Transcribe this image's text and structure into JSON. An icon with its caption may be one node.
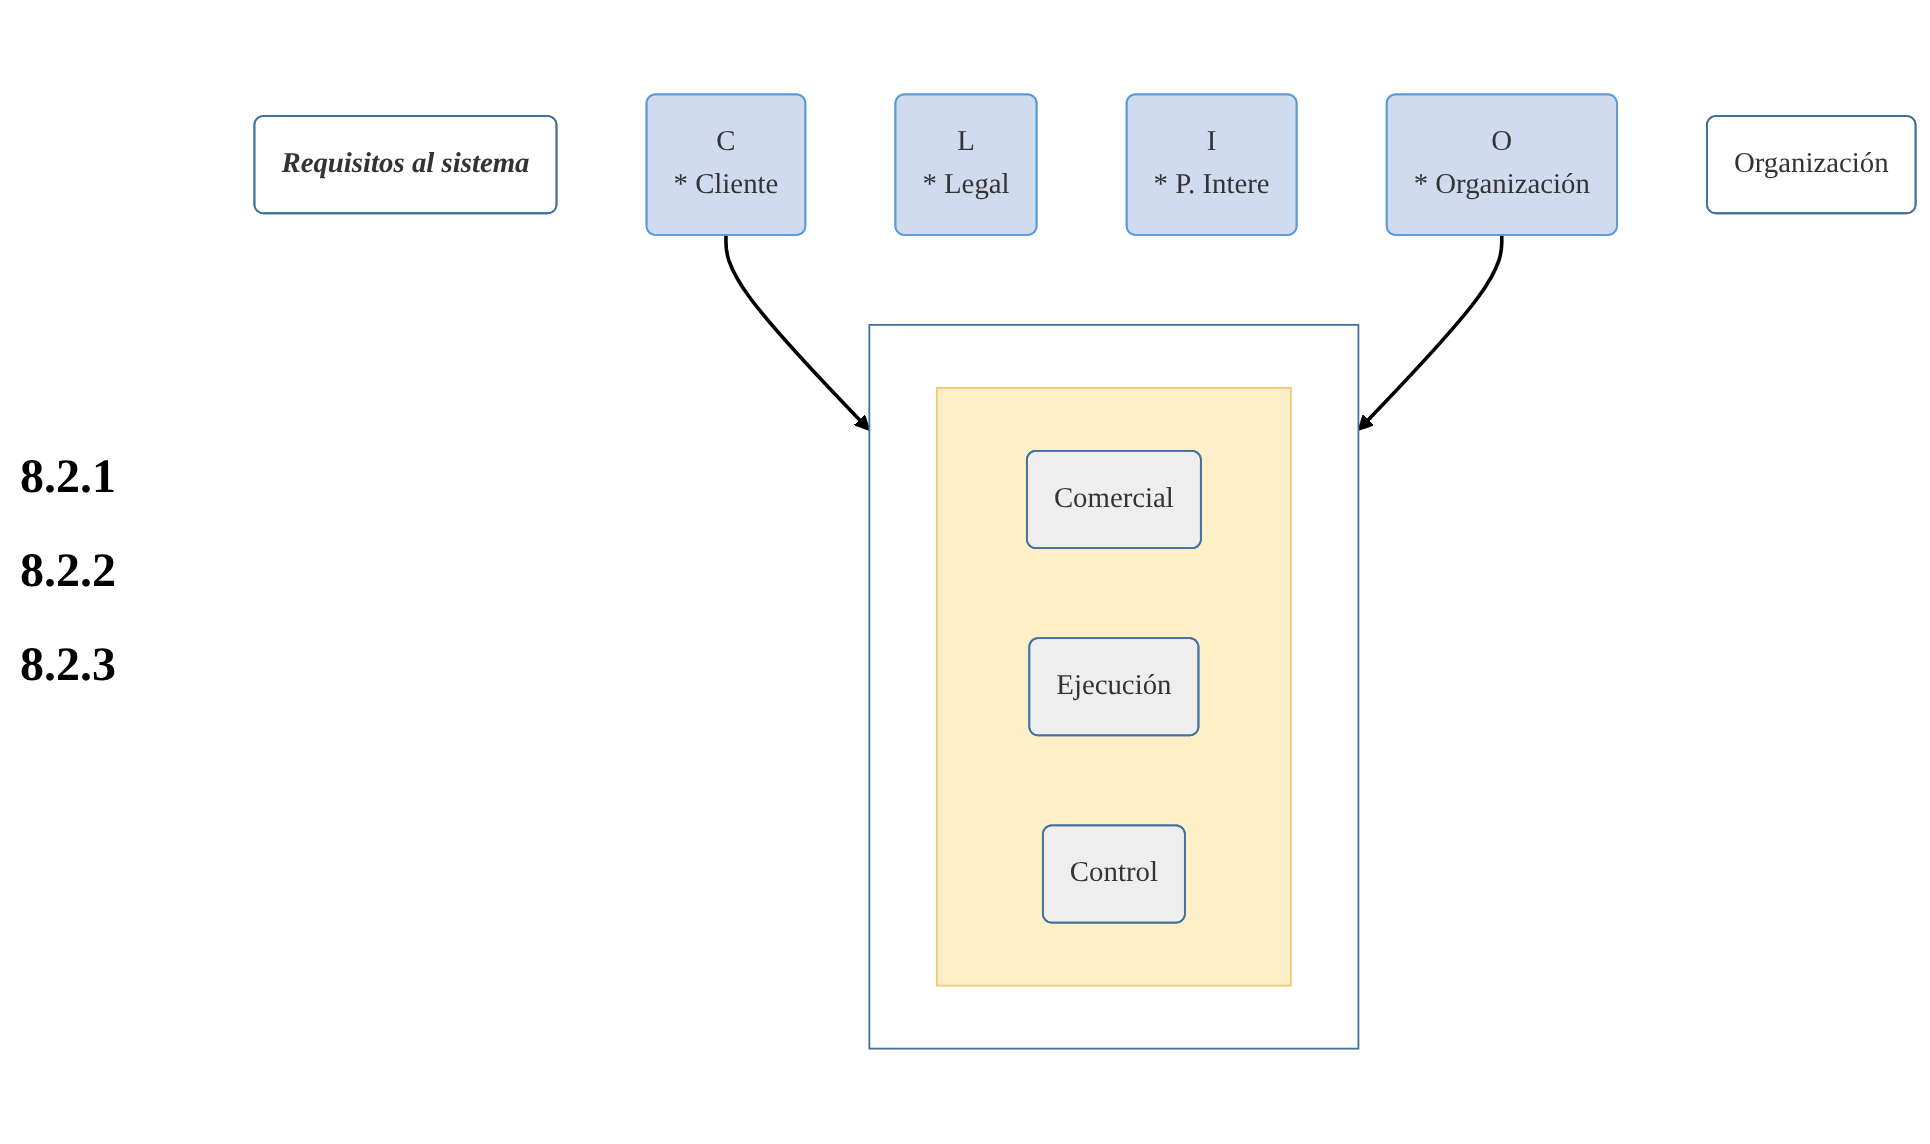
{
  "diagram": {
    "nodes": [
      {
        "text": [
          "Requisitos al sistema"
        ]
      },
      {
        "text": [
          "C",
          "* Cliente"
        ]
      },
      {
        "text": [
          "L",
          "* Legal"
        ]
      },
      {
        "text": [
          "I",
          "* P. Intere"
        ]
      },
      {
        "text": [
          "O",
          "* Organización"
        ]
      },
      {
        "text": [],
        "shape": "box"
      },
      {
        "text": [],
        "shape": "arrow",
        "in": 5
      },
      {
        "text": [
          "Comercial"
        ],
        "in": 6
      },
      {
        "text": [
          "Ejecución"
        ],
        "in": 6
      },
      {
        "text": [
          "Control"
        ],
        "in": 6
      },
      {
        "text": [
          "Organización"
        ]
      }
    ],
    "edges": [
      {
        "from": 1,
        "to": 5,
        "arrow": "to"
      },
      {
        "from": 4,
        "to": 5,
        "arrow": "to"
      }
    ],
    "labels": [
      "8.2.1",
      "8.2.2",
      "8.2.3"
    ]
  }
}
